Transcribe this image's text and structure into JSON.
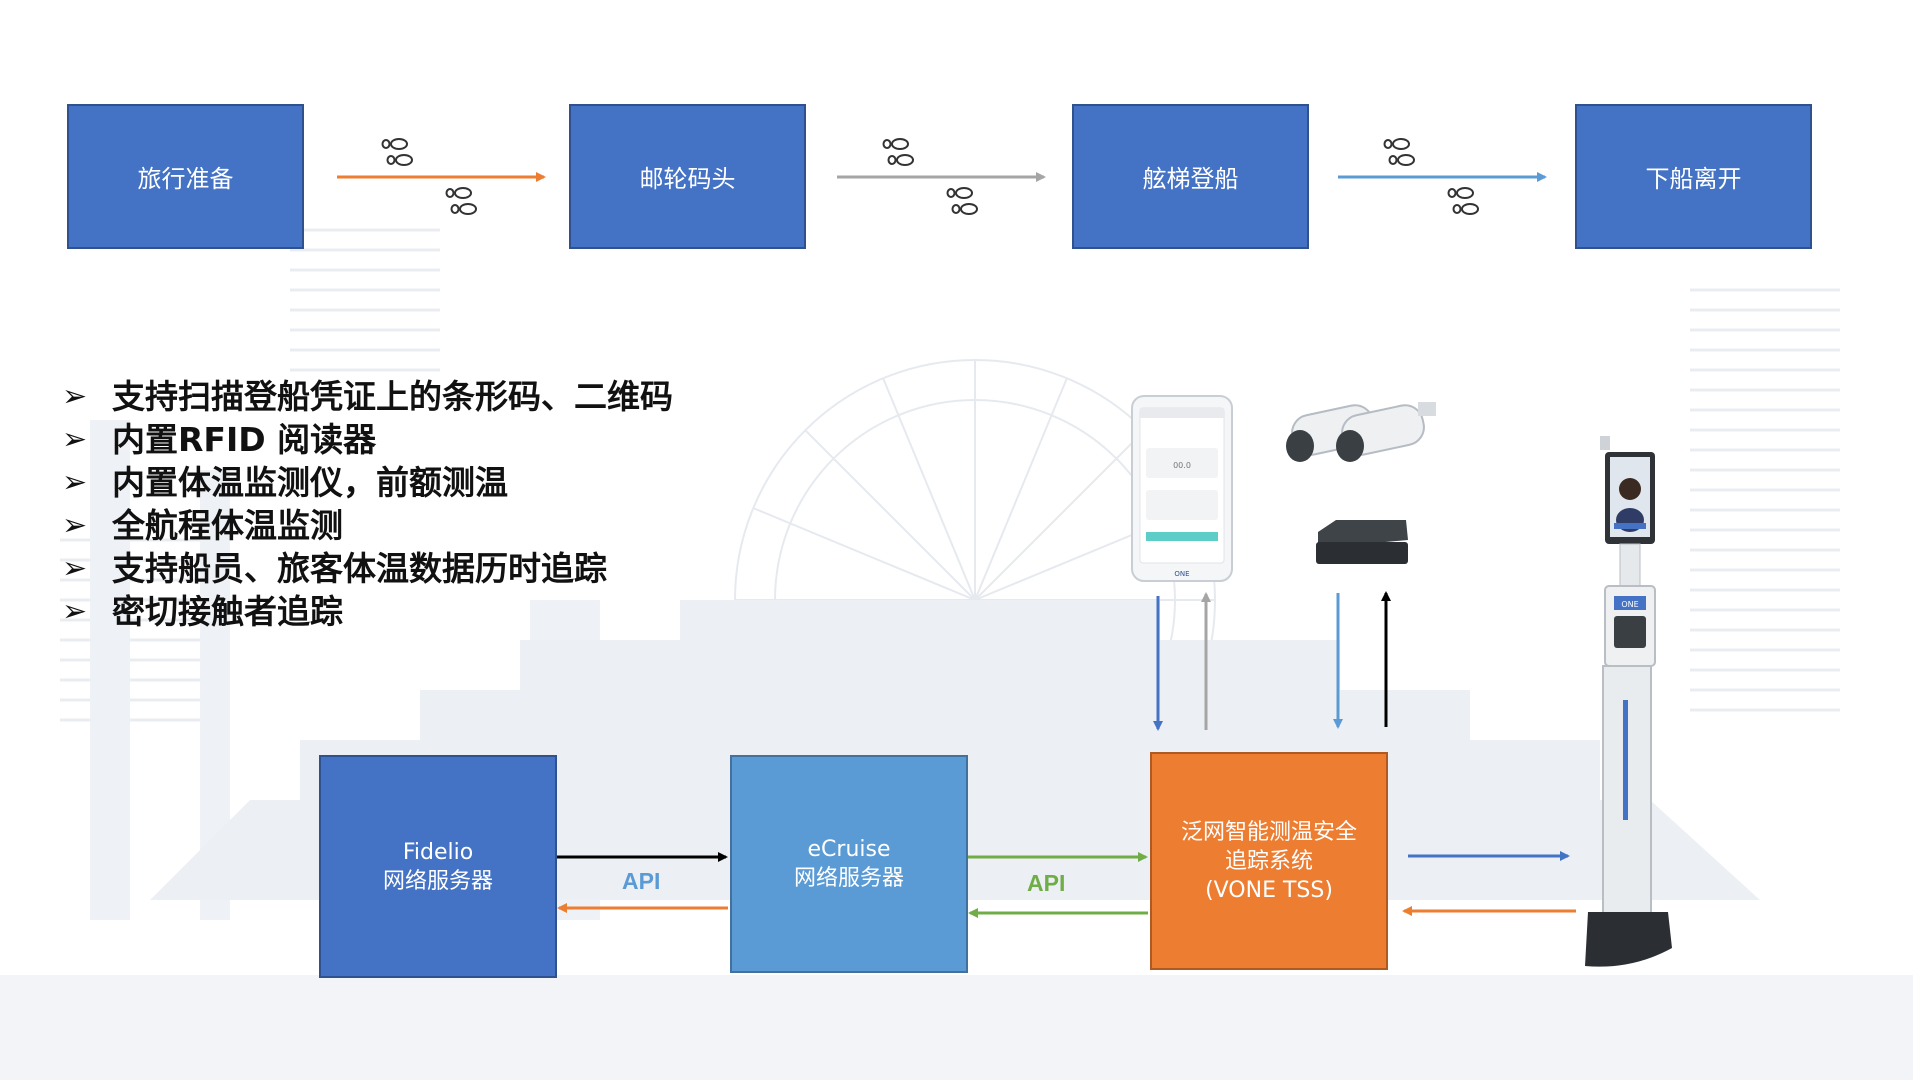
{
  "journey_steps": [
    "旅行准备",
    "邮轮码头",
    "舷梯登船",
    "下船离开"
  ],
  "colors": {
    "step_box": "#4472c4",
    "fidelio_box": "#4472c4",
    "ecruise_box": "#5b9bd5",
    "vone_box": "#ed7d31",
    "arrow_orange": "#ed7d31",
    "arrow_gray": "#a5a5a5",
    "arrow_blue": "#5b9bd5",
    "arrow_green": "#70ad47",
    "arrow_black": "#000000"
  },
  "features": [
    "支持扫描登船凭证上的条形码、二维码",
    "内置RFID 阅读器",
    "内置体温监测仪，前额测温",
    "全航程体温监测",
    "支持船员、旅客体温数据历时追踪",
    "密切接触者追踪"
  ],
  "systems": {
    "fidelio": {
      "line1": "Fidelio",
      "line2": "网络服务器"
    },
    "ecruise": {
      "line1": "eCruise",
      "line2": "网络服务器"
    },
    "vone": {
      "line1": "泛网智能测温安全",
      "line2": "追踪系统",
      "line3": "(VONE TSS)"
    }
  },
  "api_labels": {
    "left": "API",
    "right": "API"
  },
  "devices": {
    "tablet": {
      "reading": "00.0",
      "brand": "ONE"
    },
    "kiosk": {
      "brand": "ONE"
    }
  }
}
